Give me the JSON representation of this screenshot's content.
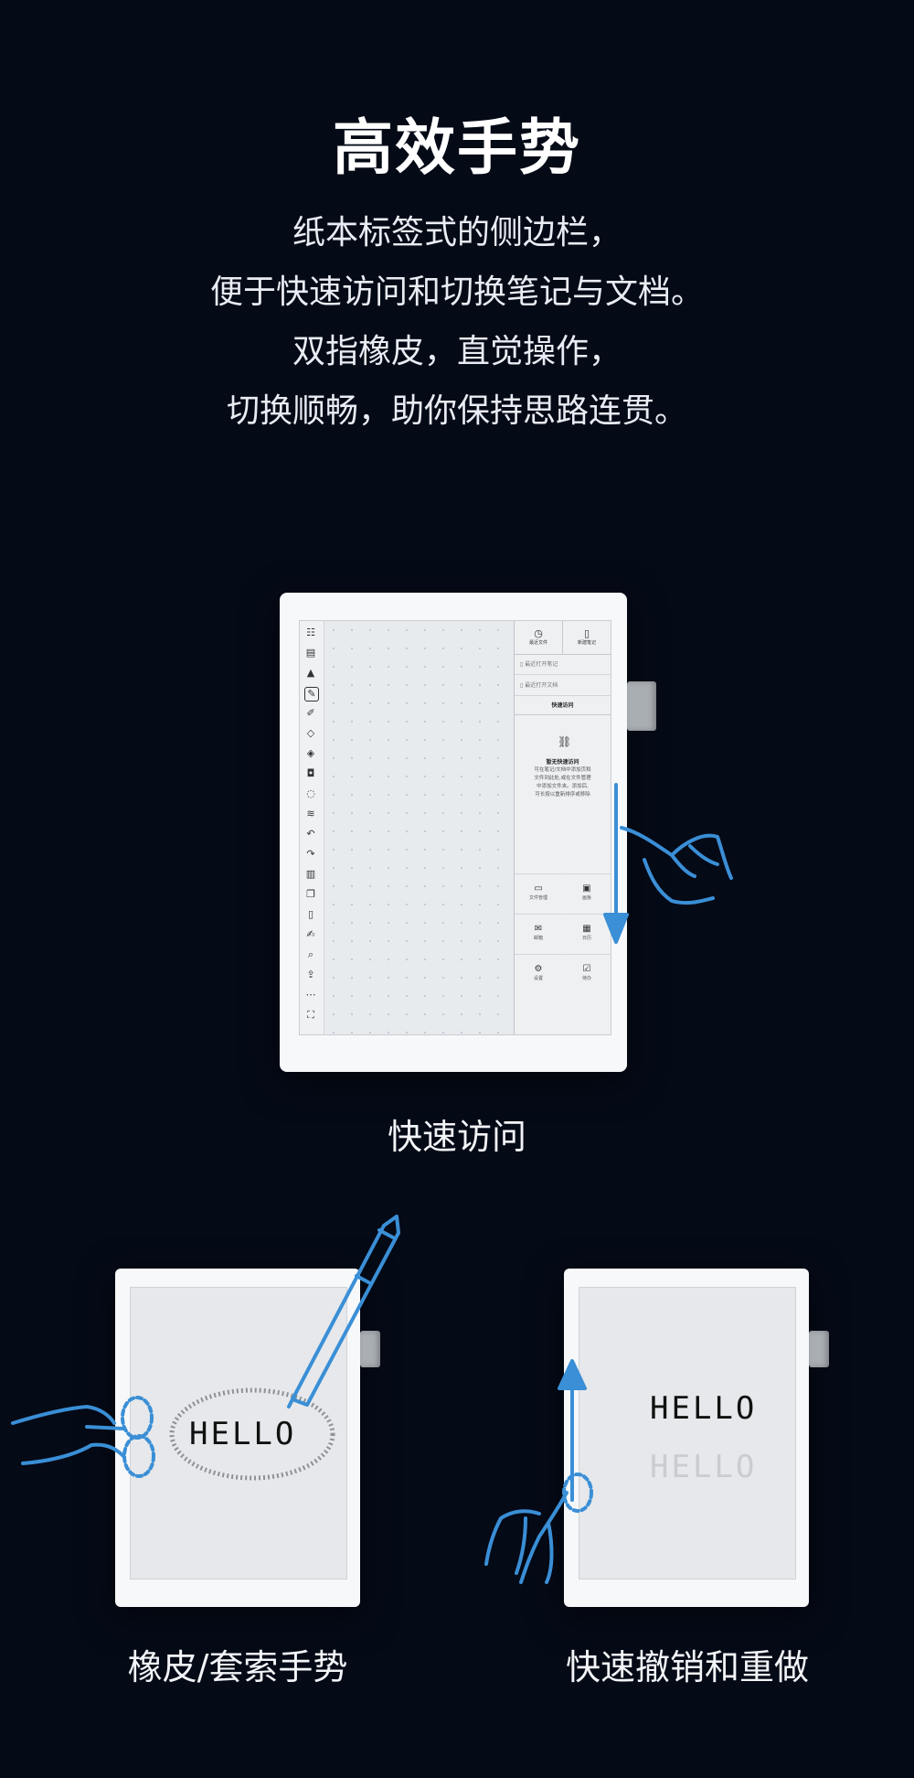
{
  "header": {
    "title": "高效手势",
    "lines": [
      "纸本标签式的侧边栏，",
      "便于快速访问和切换笔记与文档。",
      "双指橡皮，直觉操作，",
      "切换顺畅，助你保持思路连贯。"
    ]
  },
  "quick_access": {
    "caption": "快速访问",
    "panel": {
      "recent_files": "最近文件",
      "new_note": "新建笔记",
      "last_note": "最近打开笔记",
      "last_doc": "最近打开文档",
      "section_title": "快速访问",
      "empty_title": "暂无快速访问",
      "empty_lines": [
        "可在笔记/文档中添加页和",
        "文件到此处,或在文件管理",
        "中添加文件夹。添加后,",
        "可长按以重新排序或移除"
      ],
      "grid": [
        {
          "icon": "folder-icon",
          "glyph": "▭",
          "label": "文件管理"
        },
        {
          "icon": "image-icon",
          "glyph": "▣",
          "label": "画板"
        },
        {
          "icon": "mail-icon",
          "glyph": "✉",
          "label": "邮箱"
        },
        {
          "icon": "calendar-icon",
          "glyph": "▦",
          "label": "日历"
        },
        {
          "icon": "settings-icon",
          "glyph": "⚙",
          "label": "设置"
        },
        {
          "icon": "todo-icon",
          "glyph": "☑",
          "label": "待办"
        }
      ]
    }
  },
  "eraser": {
    "caption": "橡皮/套索手势",
    "text": "HELLO"
  },
  "undo": {
    "caption": "快速撤销和重做",
    "text": "HELLO",
    "ghost_text": "HELLO"
  },
  "colors": {
    "background": "#050a17",
    "accent": "#3a8fd6"
  }
}
